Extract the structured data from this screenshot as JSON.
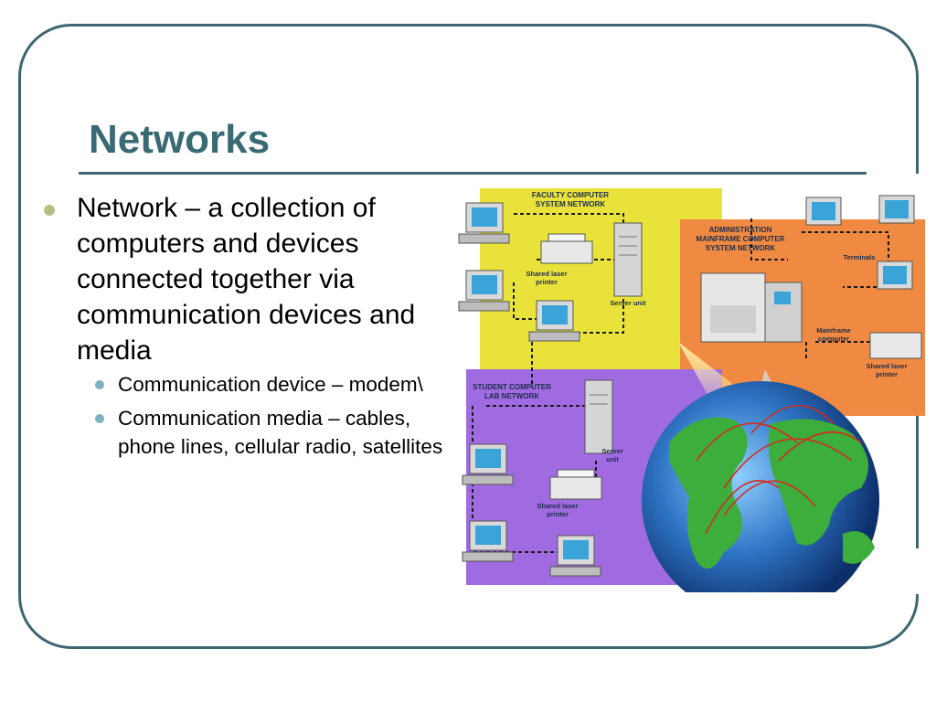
{
  "slide": {
    "title": "Networks",
    "bullets": [
      {
        "text": "Network – a collection of computers and devices connected together via communication devices and media",
        "sub": [
          {
            "text": "Communication device – modem\\"
          },
          {
            "text": "Communication media – cables, phone lines, cellular radio, satellites"
          }
        ]
      }
    ]
  },
  "figure": {
    "faculty_label_1": "FACULTY COMPUTER",
    "faculty_label_2": "SYSTEM NETWORK",
    "admin_label_1": "ADMINISTRATION",
    "admin_label_2": "MAINFRAME COMPUTER",
    "admin_label_3": "SYSTEM NETWORK",
    "student_label_1": "STUDENT COMPUTER",
    "student_label_2": "LAB NETWORK",
    "shared_laser_1": "Shared laser",
    "printer": "printer",
    "server_unit": "Server unit",
    "server": "Server",
    "unit": "unit",
    "terminals": "Terminals",
    "mainframe": "Mainframe",
    "computer": "computer"
  },
  "colors": {
    "frame": "#3e6670",
    "title": "#3a6a73",
    "bullet_primary": "#b9be84",
    "bullet_secondary": "#7fb0c1",
    "faculty_panel": "#e9e23a",
    "admin_panel": "#f08a42",
    "student_panel": "#a06ae0"
  }
}
